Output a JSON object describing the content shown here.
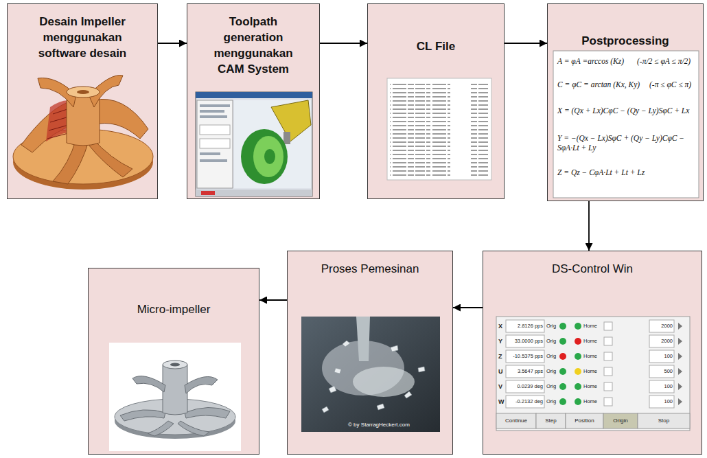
{
  "diagram": {
    "nodes": [
      {
        "text": [
          "Desain Impeller menggunakan software desain"
        ]
      },
      {
        "text": [
          "Toolpath generation menggunakan CAM System"
        ]
      },
      {
        "text": [
          "CL File"
        ]
      },
      {
        "text": [
          "Postprocessing"
        ]
      },
      {
        "text": [
          "DS-Control Win"
        ]
      },
      {
        "text": [
          "Proses Pemesinan"
        ]
      },
      {
        "text": [
          "Micro-impeller"
        ]
      }
    ],
    "edges": [
      {
        "from": 0,
        "to": 1,
        "arrow": "to"
      },
      {
        "from": 1,
        "to": 2,
        "arrow": "to"
      },
      {
        "from": 2,
        "to": 3,
        "arrow": "to"
      },
      {
        "from": 3,
        "to": 4,
        "arrow": "to"
      },
      {
        "from": 4,
        "to": 5,
        "arrow": "to"
      },
      {
        "from": 5,
        "to": 6,
        "arrow": "to"
      }
    ],
    "labels": [
      "A = φA =arccos (Kz)",
      "(-π/2 ≤ φA ≤ π/2)",
      "C = φC = arctan (Kx, Ky)",
      "(-π ≤ φC ≤ π)",
      "X = (Qx + Lx)CφC − (Qy − Ly)SφC + Lx",
      "Y = −(Qx − Lx)SφC + (Qy − Ly)CφC − SφA·Lt + Ly",
      "Z = Qz − CφA·Lt + Lt + Lz",
      "X",
      "2.8126 pps",
      "Orig",
      "Home",
      "2000",
      "Y",
      "33.0000 pps",
      "Orig",
      "Home",
      "2000",
      "Z",
      "-10.5375 pps",
      "Orig",
      "Home",
      "100",
      "U",
      "3.5647 pps",
      "Orig",
      "Home",
      "500",
      "V",
      "0.0239 deg",
      "Orig",
      "Home",
      "100",
      "W",
      "-0.2132 deg",
      "Orig",
      "Home",
      "100",
      "Continue",
      "Step",
      "Position",
      "Origin",
      "Stop",
      "© by StarragHeckert.com"
    ]
  }
}
